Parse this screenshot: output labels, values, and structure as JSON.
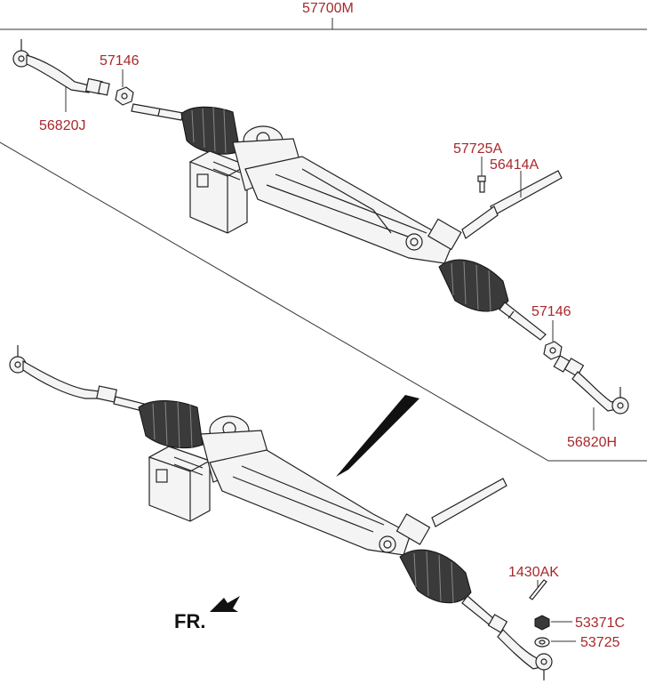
{
  "callouts": {
    "assembly": "57700M",
    "nut_top_left": "57146",
    "tie_rod_end_left": "56820J",
    "bolt": "57725A",
    "shaft": "56414A",
    "nut_right": "57146",
    "tie_rod_end_right": "56820H",
    "cotter_pin": "1430AK",
    "castle_nut": "53371C",
    "washer": "53725"
  },
  "direction_label": "FR."
}
